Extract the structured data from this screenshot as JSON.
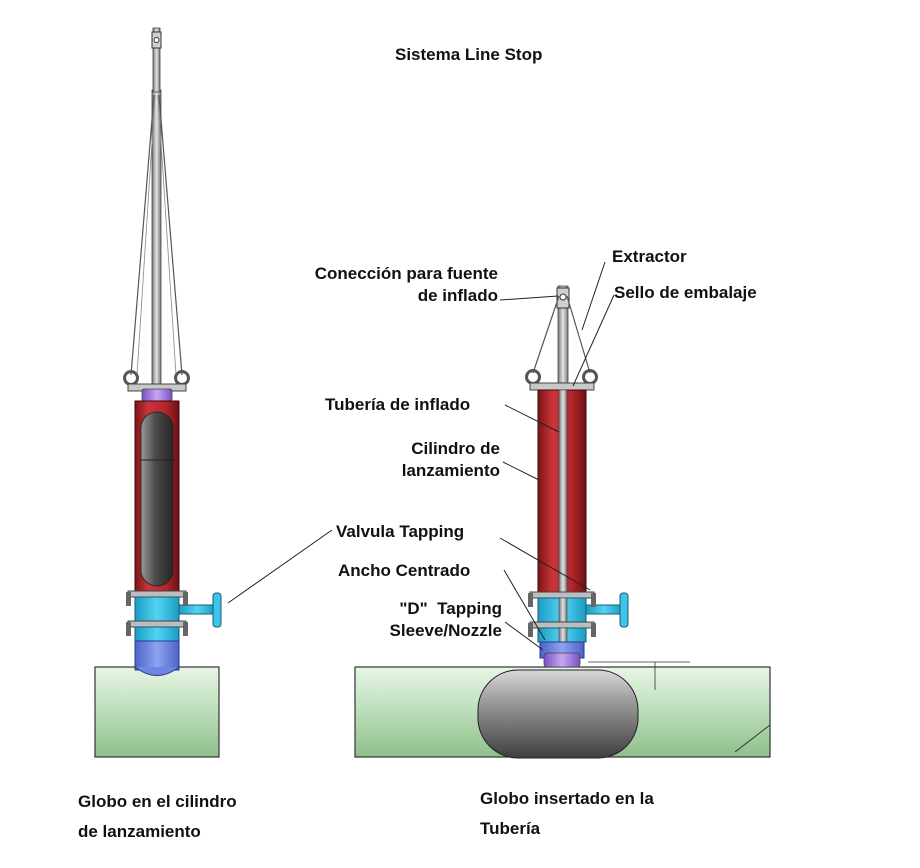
{
  "title": "Sistema Line Stop",
  "labels": {
    "extractor": "Extractor",
    "inflation_connection": [
      "Conección para fuente",
      "de inflado"
    ],
    "gland_seal": "Sello de embalaje",
    "inflation_tube": "Tubería de inflado",
    "launch_cylinder": [
      "Cilindro de",
      "lanzamiento"
    ],
    "tapping_valve": "Valvula Tapping",
    "centering_width": "Ancho Centrado",
    "tapping_sleeve": [
      "\"D\"  Tapping",
      "Sleeve/Nozzle"
    ]
  },
  "captions": {
    "left": [
      "Globo en el cilindro",
      "de lanzamiento"
    ],
    "right": [
      "Globo insertado en la",
      "Tubería"
    ]
  },
  "colors": {
    "cylinder": "#b3262b",
    "cylinder_dark": "#7a1418",
    "valve": "#3cc5e8",
    "sleeve": "#6d86e6",
    "pipe": "#bfe0bd",
    "cap": "#a37be0",
    "globe": "#8a8a8a"
  }
}
